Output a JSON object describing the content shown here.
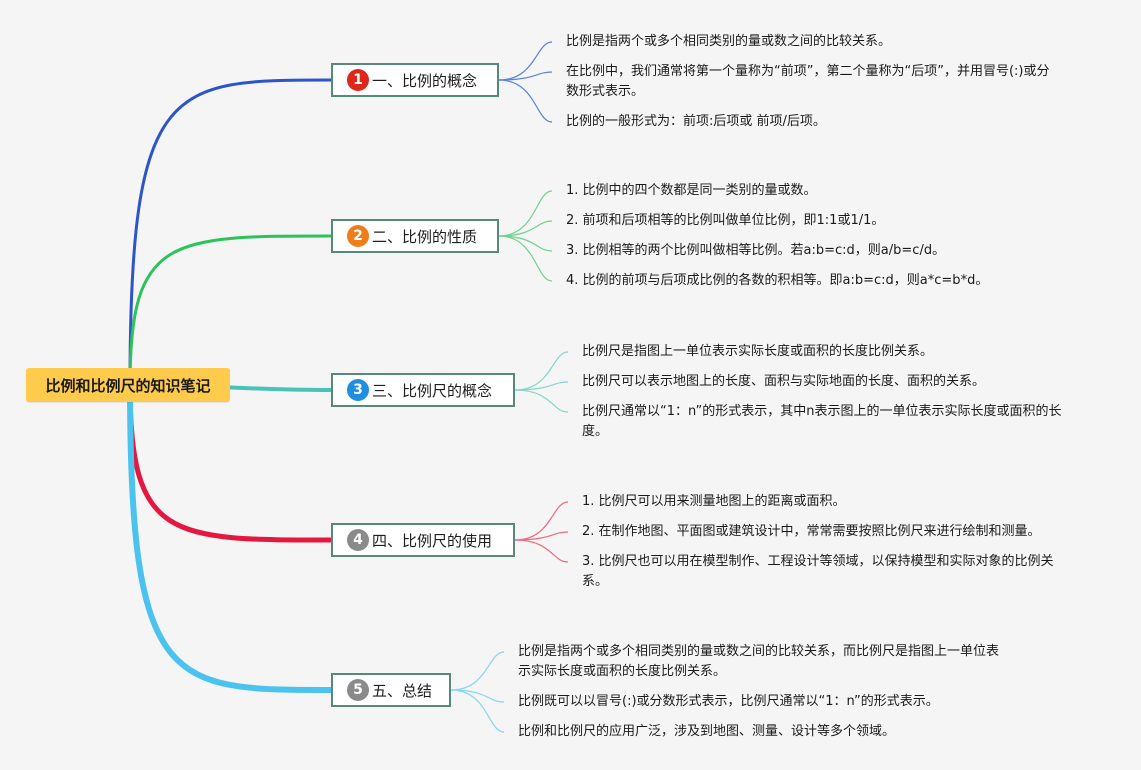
{
  "root": {
    "label": "比例和比例尺的知识笔记",
    "color": "#ffcb4c"
  },
  "branches": [
    {
      "number": "1",
      "label": "一、比例的概念",
      "badge_color": "#e0261b",
      "line_color": "#2b55c9",
      "leaf_line_color": "#5a82d6",
      "leaves": [
        "比例是指两个或多个相同类别的量或数之间的比较关系。",
        "在比例中，我们通常将第一个量称为“前项”，第二个量称为“后项”，并用冒号(:)或分数形式表示。",
        "比例的一般形式为：前项:后项或 前项/后项。"
      ]
    },
    {
      "number": "2",
      "label": "二、比例的性质",
      "badge_color": "#ef7d1a",
      "line_color": "#2ec25a",
      "leaf_line_color": "#6fd28d",
      "leaves": [
        "1. 比例中的四个数都是同一类别的量或数。",
        "2. 前项和后项相等的比例叫做单位比例，即1:1或1/1。",
        "3. 比例相等的两个比例叫做相等比例。若a:b=c:d，则a/b=c/d。",
        "4. 比例的前项与后项成比例的各数的积相等。即a:b=c:d，则a*c=b*d。"
      ]
    },
    {
      "number": "3",
      "label": "三、比例尺的概念",
      "badge_color": "#1e8fe0",
      "line_color": "#48c3b5",
      "leaf_line_color": "#86d6cc",
      "leaves": [
        "比例尺是指图上一单位表示实际长度或面积的长度比例关系。",
        "比例尺可以表示地图上的长度、面积与实际地面的长度、面积的关系。",
        "比例尺通常以“1：n”的形式表示，其中n表示图上的一单位表示实际长度或面积的长度。"
      ]
    },
    {
      "number": "4",
      "label": "四、比例尺的使用",
      "badge_color": "#8a8a8a",
      "line_color": "#e4173f",
      "leaf_line_color": "#ec6a80",
      "leaves": [
        "1. 比例尺可以用来测量地图上的距离或面积。",
        "2. 在制作地图、平面图或建筑设计中，常常需要按照比例尺来进行绘制和测量。",
        "3. 比例尺也可以用在模型制作、工程设计等领域，以保持模型和实际对象的比例关系。"
      ]
    },
    {
      "number": "5",
      "label": "五、总结",
      "badge_color": "#8a8a8a",
      "line_color": "#4cc3ef",
      "leaf_line_color": "#86d6f3",
      "leaves": [
        "比例是指两个或多个相同类别的量或数之间的比较关系，而比例尺是指图上一单位表示实际长度或面积的长度比例关系。",
        "比例既可以以冒号(:)或分数形式表示，比例尺通常以“1：n”的形式表示。",
        "比例和比例尺的应用广泛，涉及到地图、测量、设计等多个领域。"
      ]
    }
  ]
}
